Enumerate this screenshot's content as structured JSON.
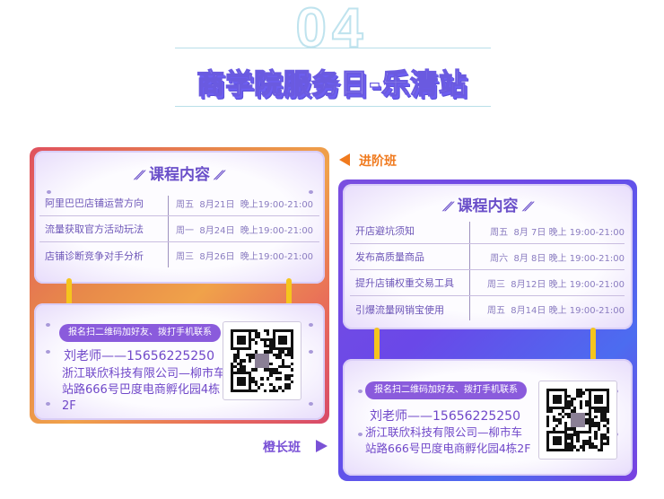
{
  "header": {
    "number": "04",
    "title": "商学院服务日-乐清站"
  },
  "colors": {
    "accent_purple": "#6a4fc9",
    "orange": "#f07a1e",
    "yellow": "#f5c51d"
  },
  "advanced_class": {
    "label": "进阶班",
    "section_title": "课程内容",
    "courses": [
      {
        "name": "阿里巴巴店铺运营方向",
        "time": "周五  8月21日  晚上19:00-21:00"
      },
      {
        "name": "流量获取官方活动玩法",
        "time": "周一  8月24日  晚上19:00-21:00"
      },
      {
        "name": "店铺诊断竞争对手分析",
        "time": "周三  8月26日  晚上19:00-21:00"
      }
    ],
    "contact": {
      "pill": "报名扫二维码加好友、拨打手机联系",
      "teacher": "刘老师——15656225250",
      "address": "浙江联欣科技有限公司—柳市车站路666号巴度电商孵化园4栋2F"
    }
  },
  "growth_class": {
    "label": "橙长班",
    "section_title": "课程内容",
    "courses": [
      {
        "name": "开店避坑须知",
        "time": "周五  8月 7日 晚上 19:00-21:00"
      },
      {
        "name": "发布高质量商品",
        "time": "周六  8月 8日 晚上 19:00-21:00"
      },
      {
        "name": "提升店铺权重交易工具",
        "time": "周三  8月12日 晚上 19:00-21:00"
      },
      {
        "name": "引爆流量网销宝使用",
        "time": "周五  8月14日 晚上 19:00-21:00"
      }
    ],
    "contact": {
      "pill": "报名扫二维码加好友、拨打手机联系",
      "teacher": "刘老师——15656225250",
      "address": "浙江联欣科技有限公司—柳市车站路666号巴度电商孵化园4栋2F"
    }
  }
}
